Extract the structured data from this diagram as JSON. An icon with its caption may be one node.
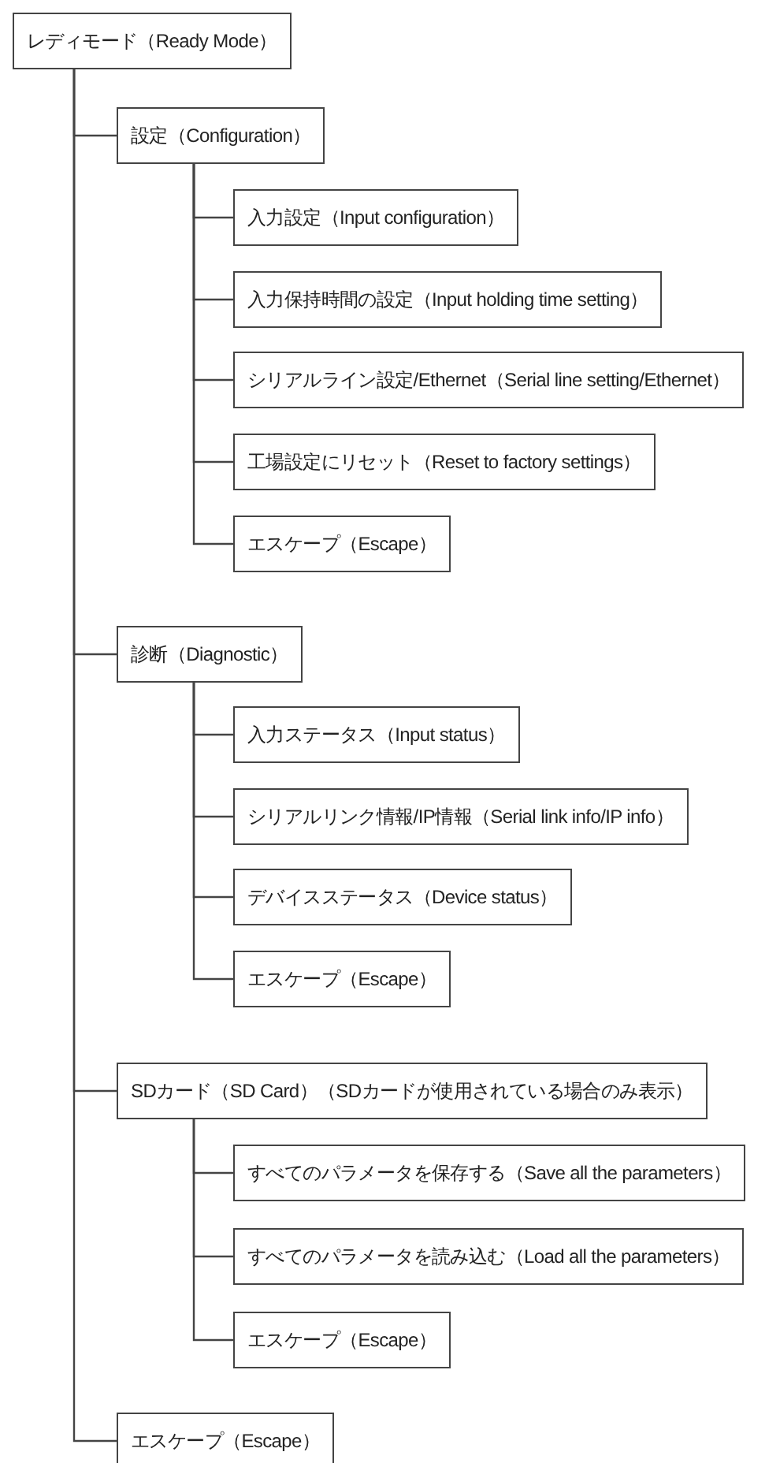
{
  "diagram": {
    "nodes": [
      {
        "text": [
          "レディモード（Ready Mode）"
        ]
      },
      {
        "text": [
          "設定（Configuration）"
        ]
      },
      {
        "text": [
          "入力設定（Input configuration）"
        ]
      },
      {
        "text": [
          "入力保持時間の設定（Input holding time setting）"
        ]
      },
      {
        "text": [
          "シリアルライン設定/Ethernet（Serial line setting/Ethernet）"
        ]
      },
      {
        "text": [
          "工場設定にリセット（Reset to factory settings）"
        ]
      },
      {
        "text": [
          "エスケープ（Escape）"
        ]
      },
      {
        "text": [
          "診断（Diagnostic）"
        ]
      },
      {
        "text": [
          "入力ステータス（Input status）"
        ]
      },
      {
        "text": [
          "シリアルリンク情報/IP情報（Serial link info/IP info）"
        ]
      },
      {
        "text": [
          "デバイスステータス（Device status）"
        ]
      },
      {
        "text": [
          "エスケープ（Escape）"
        ]
      },
      {
        "text": [
          "SDカード（SD Card）（SDカードが使用されている場合のみ表示）"
        ]
      },
      {
        "text": [
          "すべてのパラメータを保存する（Save all the parameters）"
        ]
      },
      {
        "text": [
          "すべてのパラメータを読み込む（Load all the parameters）"
        ]
      },
      {
        "text": [
          "エスケープ（Escape）"
        ]
      },
      {
        "text": [
          "エスケープ（Escape）"
        ]
      }
    ],
    "edges": [
      {
        "from": 0,
        "to": 1,
        "arrow": "none"
      },
      {
        "from": 1,
        "to": 2,
        "arrow": "none"
      },
      {
        "from": 1,
        "to": 3,
        "arrow": "none"
      },
      {
        "from": 1,
        "to": 4,
        "arrow": "none"
      },
      {
        "from": 1,
        "to": 5,
        "arrow": "none"
      },
      {
        "from": 1,
        "to": 6,
        "arrow": "none"
      },
      {
        "from": 0,
        "to": 7,
        "arrow": "none"
      },
      {
        "from": 7,
        "to": 8,
        "arrow": "none"
      },
      {
        "from": 7,
        "to": 9,
        "arrow": "none"
      },
      {
        "from": 7,
        "to": 10,
        "arrow": "none"
      },
      {
        "from": 7,
        "to": 11,
        "arrow": "none"
      },
      {
        "from": 0,
        "to": 12,
        "arrow": "none"
      },
      {
        "from": 12,
        "to": 13,
        "arrow": "none"
      },
      {
        "from": 12,
        "to": 14,
        "arrow": "none"
      },
      {
        "from": 12,
        "to": 15,
        "arrow": "none"
      },
      {
        "from": 0,
        "to": 16,
        "arrow": "none"
      }
    ]
  }
}
